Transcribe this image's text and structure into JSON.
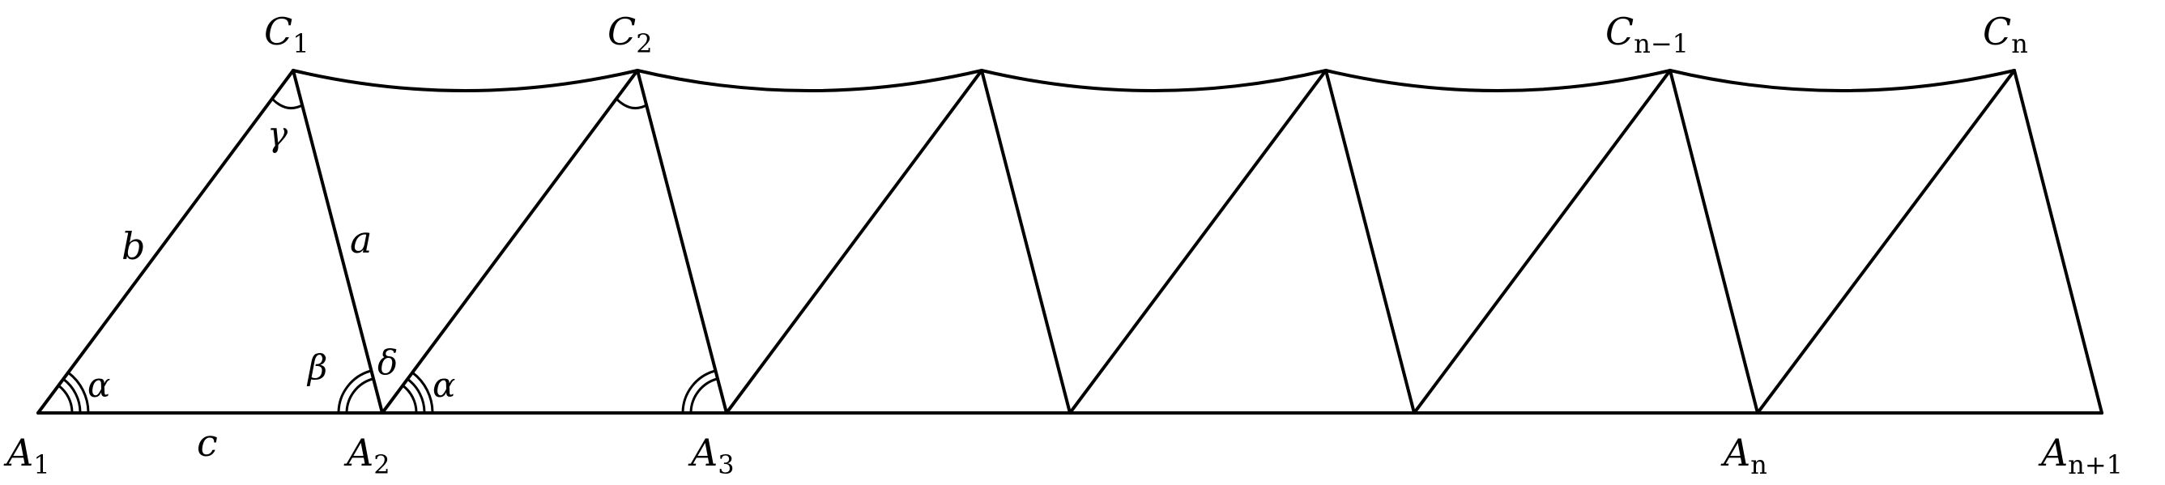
{
  "diagram": {
    "vertices_bottom": [
      {
        "main": "A",
        "sub": "1"
      },
      {
        "main": "A",
        "sub": "2"
      },
      {
        "main": "A",
        "sub": "3"
      },
      {
        "main": "A",
        "sub": "n"
      },
      {
        "main": "A",
        "sub": "n+1"
      }
    ],
    "vertices_top": [
      {
        "main": "C",
        "sub": "1"
      },
      {
        "main": "C",
        "sub": "2"
      },
      {
        "main": "C",
        "sub": "n−1"
      },
      {
        "main": "C",
        "sub": "n"
      }
    ],
    "sides": {
      "a": "a",
      "b": "b",
      "c": "c"
    },
    "angles": {
      "alpha_left": "α",
      "alpha_right": "α",
      "beta": "β",
      "gamma": "γ",
      "delta": "δ"
    }
  }
}
